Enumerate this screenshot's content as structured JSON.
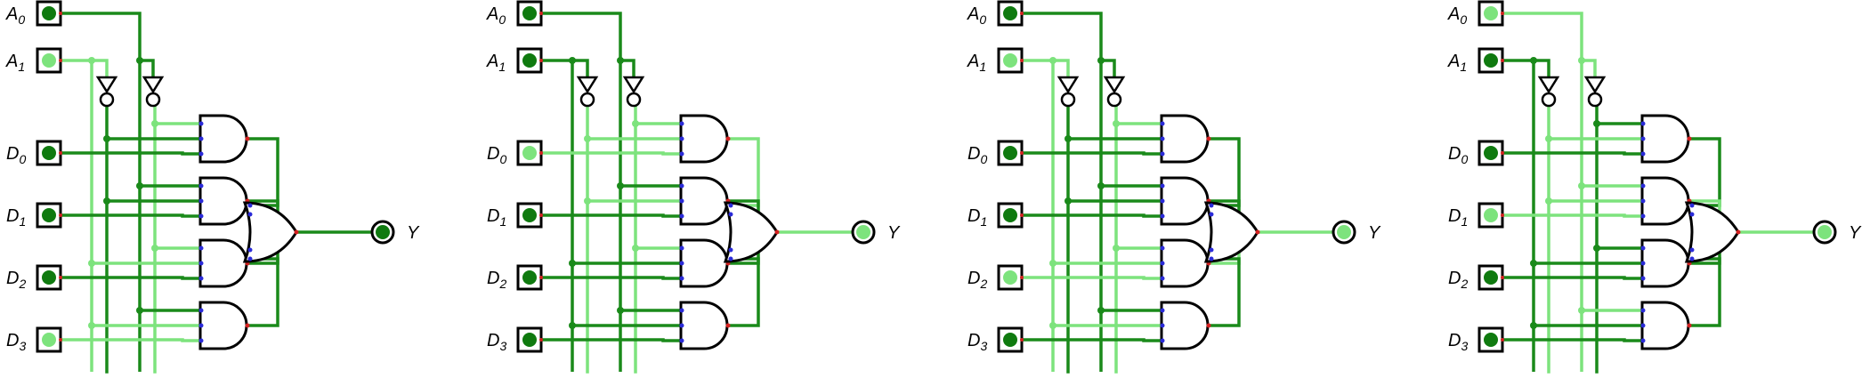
{
  "colors": {
    "wire_high": "#7de37d",
    "wire_low": "#1a8a1a",
    "pin_high": "#7de37d",
    "pin_low": "#0f7a0f",
    "outline": "#000000",
    "inverter_fill": "#ffffff",
    "gate_input_dot": "#2a2ad8",
    "gate_output_dot": "#d42020"
  },
  "circuits": [
    {
      "inputs": [
        {
          "id": "A0",
          "base": "A",
          "sub": "0",
          "value": 0
        },
        {
          "id": "A1",
          "base": "A",
          "sub": "1",
          "value": 1
        },
        {
          "id": "D0",
          "base": "D",
          "sub": "0",
          "value": 0
        },
        {
          "id": "D1",
          "base": "D",
          "sub": "1",
          "value": 0
        },
        {
          "id": "D2",
          "base": "D",
          "sub": "2",
          "value": 0
        },
        {
          "id": "D3",
          "base": "D",
          "sub": "3",
          "value": 1
        }
      ],
      "output": {
        "label": "Y",
        "value": 0
      }
    },
    {
      "inputs": [
        {
          "id": "A0",
          "base": "A",
          "sub": "0",
          "value": 0
        },
        {
          "id": "A1",
          "base": "A",
          "sub": "1",
          "value": 0
        },
        {
          "id": "D0",
          "base": "D",
          "sub": "0",
          "value": 1
        },
        {
          "id": "D1",
          "base": "D",
          "sub": "1",
          "value": 0
        },
        {
          "id": "D2",
          "base": "D",
          "sub": "2",
          "value": 0
        },
        {
          "id": "D3",
          "base": "D",
          "sub": "3",
          "value": 0
        }
      ],
      "output": {
        "label": "Y",
        "value": 1
      }
    },
    {
      "inputs": [
        {
          "id": "A0",
          "base": "A",
          "sub": "0",
          "value": 0
        },
        {
          "id": "A1",
          "base": "A",
          "sub": "1",
          "value": 1
        },
        {
          "id": "D0",
          "base": "D",
          "sub": "0",
          "value": 0
        },
        {
          "id": "D1",
          "base": "D",
          "sub": "1",
          "value": 0
        },
        {
          "id": "D2",
          "base": "D",
          "sub": "2",
          "value": 1
        },
        {
          "id": "D3",
          "base": "D",
          "sub": "3",
          "value": 0
        }
      ],
      "output": {
        "label": "Y",
        "value": 1
      }
    },
    {
      "inputs": [
        {
          "id": "A0",
          "base": "A",
          "sub": "0",
          "value": 1
        },
        {
          "id": "A1",
          "base": "A",
          "sub": "1",
          "value": 0
        },
        {
          "id": "D0",
          "base": "D",
          "sub": "0",
          "value": 0
        },
        {
          "id": "D1",
          "base": "D",
          "sub": "1",
          "value": 1
        },
        {
          "id": "D2",
          "base": "D",
          "sub": "2",
          "value": 0
        },
        {
          "id": "D3",
          "base": "D",
          "sub": "3",
          "value": 0
        }
      ],
      "output": {
        "label": "Y",
        "value": 1
      }
    }
  ]
}
